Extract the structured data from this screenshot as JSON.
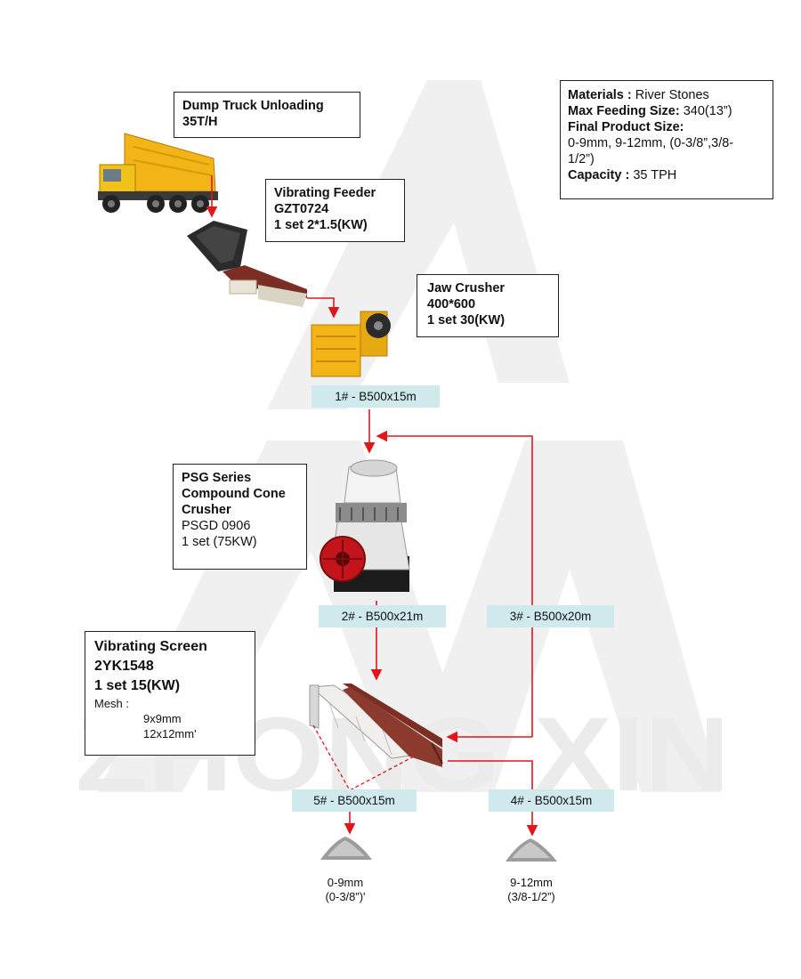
{
  "watermark": {
    "text": "ZHONG XIN"
  },
  "info_box": {
    "materials_label": "Materials :",
    "materials_value": "River Stones",
    "feeding_label": "Max  Feeding Size:",
    "feeding_value": "340(13”)",
    "final_label": "Final Product Size:",
    "final_value_1": "0-9mm, 9-12mm, (0-3/8”,3/8-",
    "final_value_2": "1/2”)",
    "capacity_label": "Capacity :",
    "capacity_value": "35 TPH"
  },
  "equipment": {
    "dump_truck": {
      "line1": "Dump Truck Unloading",
      "line2": "35T/H"
    },
    "vibrating_feeder": {
      "line1": "Vibrating Feeder",
      "line2": "GZT0724",
      "line3": "1 set 2*1.5(KW)"
    },
    "jaw_crusher": {
      "line1": "Jaw Crusher",
      "line2": "400*600",
      "line3": "1 set 30(KW)"
    },
    "cone_crusher": {
      "line1": "PSG Series",
      "line2": "Compound Cone",
      "line3": "Crusher",
      "line4": "PSGD 0906",
      "line5": "1 set  (75KW)"
    },
    "vibrating_screen": {
      "line1": "Vibrating Screen",
      "line2": "2YK1548",
      "line3": "1 set  15(KW)",
      "mesh_label": "Mesh :",
      "mesh_1": "9x9mm",
      "mesh_2": "12x12mm'"
    }
  },
  "conveyors": {
    "c1": "1# - B500x15m",
    "c2": "2# - B500x21m",
    "c3": "3# - B500x20m",
    "c4": "4# - B500x15m",
    "c5": "5# - B500x15m"
  },
  "outputs": {
    "fine": {
      "line1": "0-9mm",
      "line2": "(0-3/8”)'"
    },
    "coarse": {
      "line1": "9-12mm",
      "line2": "(3/8-1/2”)"
    }
  },
  "colors": {
    "arrow": "#e0161b",
    "label_bg": "#cfe9ec",
    "truck_yellow": "#f2b417",
    "crusher_red": "#c4141b",
    "screen_brown": "#7a2e24"
  }
}
